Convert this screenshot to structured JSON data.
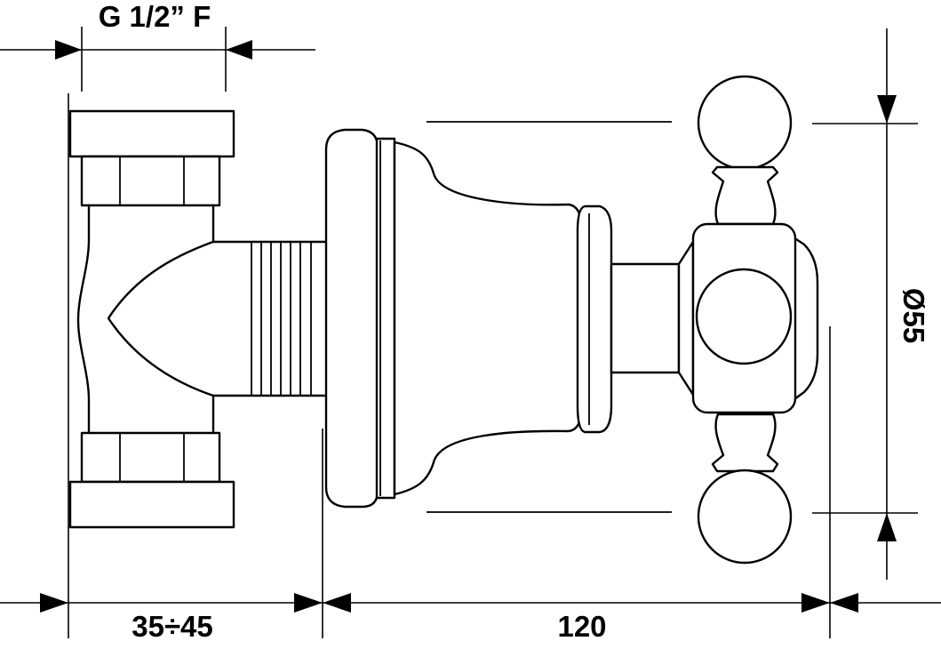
{
  "dimensions": {
    "thread": "G 1/2” F",
    "diameter": "Ø55",
    "wall_range": "35÷45",
    "length": "120"
  }
}
